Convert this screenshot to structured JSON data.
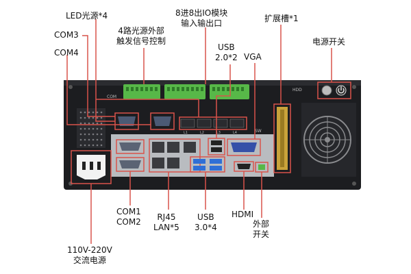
{
  "labels": {
    "com3": "COM3",
    "com4": "COM4",
    "led_light": "LED光源*4",
    "trigger_line1": "4路光源外部",
    "trigger_line2": "触发信号控制",
    "io_line1": "8进8出IO模块",
    "io_line2": "输入输出口",
    "usb20_line1": "USB",
    "usb20_line2": "2.0*2",
    "vga": "VGA",
    "expansion": "扩展槽*1",
    "power_switch": "电源开关",
    "com1": "COM1",
    "com2": "COM2",
    "rj45_line1": "RJ45",
    "rj45_line2": "LAN*5",
    "usb30_line1": "USB",
    "usb30_line2": "3.0*4",
    "hdmi": "HDMI",
    "ext_switch_line1": "外部",
    "ext_switch_line2": "开关",
    "power_line1": "110V-220V",
    "power_line2": "交流电源"
  },
  "panel_marks": {
    "hdd": "HDD",
    "com": "COM",
    "l1": "L1",
    "l2": "L2",
    "l3": "L3",
    "l4": "L4",
    "sw": "SW"
  },
  "colors": {
    "callout": "#d9534a",
    "chassis": "#1c1d20",
    "terminal": "#57b848",
    "usb3": "#2f6fd6",
    "vga": "#3550a8"
  }
}
